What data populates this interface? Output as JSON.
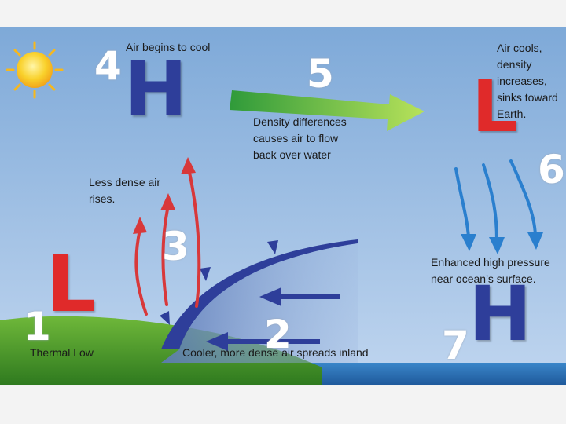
{
  "steps": {
    "s1": "1",
    "s2": "2",
    "s3": "3",
    "s4": "4",
    "s5": "5",
    "s6": "6",
    "s7": "7"
  },
  "pressure": {
    "left_high": "H",
    "right_low": "L",
    "left_low": "L",
    "right_high": "H"
  },
  "captions": {
    "air_cools_begin": "Air begins to cool",
    "air_cools_sinks": "Air cools,\ndensity\nincreases,\nsinks toward\nEarth.",
    "density_flow": "Density differences\ncauses air to flow\nback over water",
    "less_dense": "Less dense air\nrises.",
    "enhanced_high": "Enhanced high pressure\nnear ocean’s surface.",
    "thermal_low": "Thermal Low",
    "cooler_air": "Cooler, more dense air spreads inland"
  },
  "colors": {
    "sky": "#8bb3df",
    "land": "#4f9a2c",
    "sea": "#2d6db0",
    "high_blue": "#2e3e9a",
    "low_red": "#e02a2a",
    "rising_arrow": "#d8383a",
    "sinking_arrow": "#2a7fce",
    "return_arrow": "#7ac143",
    "sun": "#f7c21c"
  },
  "icons": {
    "sun": "sun-icon"
  }
}
